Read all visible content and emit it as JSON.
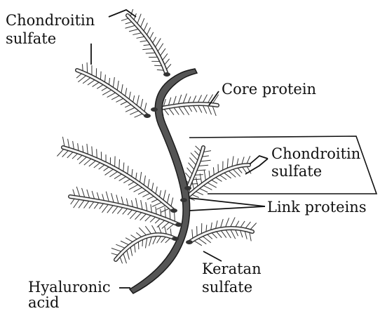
{
  "labels": {
    "chondroitin_top_line1": "Chondroitin",
    "chondroitin_top_line2": "sulfate",
    "core_protein": "Core protein",
    "chondroitin_right_line1": "Chondroitin",
    "chondroitin_right_line2": "sulfate",
    "link_proteins": "Link proteins",
    "keratan_line1": "Keratan",
    "keratan_line2": "sulfate",
    "hyaluronic_line1": "Hyaluronic",
    "hyaluronic_line2": "acid"
  },
  "colors": {
    "core_protein_fill": "#555555",
    "core_protein_outline": "#1a1a1a",
    "gag_chain_outline": "#2a2a2a",
    "gag_chain_fill": "#f2f2f2",
    "bristle": "#333333",
    "leader": "#111111",
    "link_protein": "#333333"
  }
}
